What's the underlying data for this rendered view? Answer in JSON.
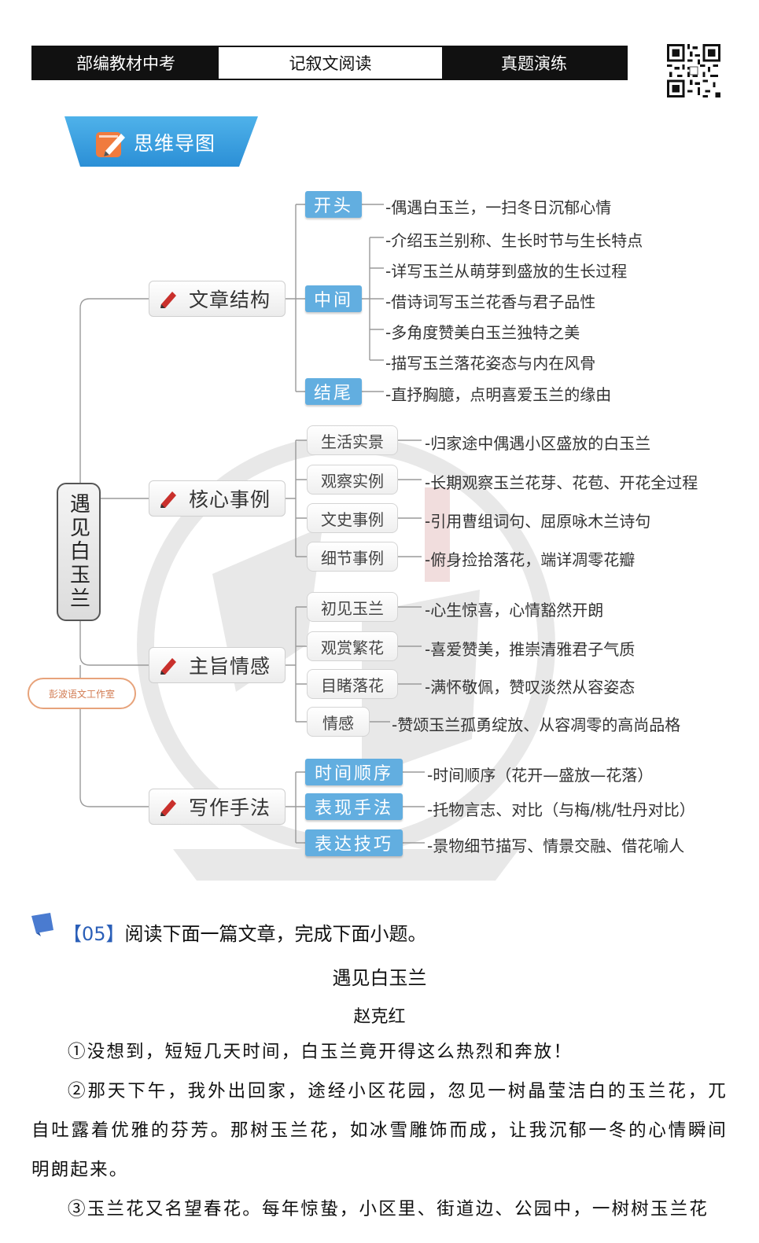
{
  "header": {
    "left": "部编教材中考",
    "middle": "记叙文阅读",
    "right": "真题演练"
  },
  "banner": {
    "title": "思维导图"
  },
  "mindmap": {
    "root": "遇见白玉兰",
    "stamp": "彭波语文工作室",
    "categories": [
      "文章结构",
      "核心事例",
      "主旨情感",
      "写作手法"
    ],
    "structure": {
      "start": {
        "label": "开头",
        "items": [
          "-偶遇白玉兰，一扫冬日沉郁心情"
        ]
      },
      "middle": {
        "label": "中间",
        "items": [
          "-介绍玉兰别称、生长时节与生长特点",
          "-详写玉兰从萌芽到盛放的生长过程",
          "-借诗词写玉兰花香与君子品性",
          "-多角度赞美白玉兰独特之美",
          "-描写玉兰落花姿态与内在风骨"
        ]
      },
      "end": {
        "label": "结尾",
        "items": [
          "-直抒胸臆，点明喜爱玉兰的缘由"
        ]
      }
    },
    "events": [
      {
        "label": "生活实景",
        "text": "-归家途中偶遇小区盛放的白玉兰"
      },
      {
        "label": "观察实例",
        "text": "-长期观察玉兰花芽、花苞、开花全过程"
      },
      {
        "label": "文史事例",
        "text": "-引用曹组词句、屈原咏木兰诗句"
      },
      {
        "label": "细节事例",
        "text": "-俯身捡拾落花，端详凋零花瓣"
      }
    ],
    "emotions": [
      {
        "label": "初见玉兰",
        "text": "-心生惊喜，心情豁然开朗"
      },
      {
        "label": "观赏繁花",
        "text": "-喜爱赞美，推崇清雅君子气质"
      },
      {
        "label": "目睹落花",
        "text": "-满怀敬佩，赞叹淡然从容姿态"
      },
      {
        "label": "情感",
        "text": "-赞颂玉兰孤勇绽放、从容凋零的高尚品格"
      }
    ],
    "techniques": [
      {
        "label": "时间顺序",
        "text": "-时间顺序（花开—盛放—花落）"
      },
      {
        "label": "表现手法",
        "text": "-托物言志、对比（与梅/桃/牡丹对比）"
      },
      {
        "label": "表达技巧",
        "text": "-景物细节描写、情景交融、借花喻人"
      }
    ]
  },
  "question": {
    "number": "【05】",
    "prompt": "阅读下面一篇文章，完成下面小题。"
  },
  "article": {
    "title": "遇见白玉兰",
    "author": "赵克红",
    "paragraphs": [
      "①没想到，短短几天时间，白玉兰竟开得这么热烈和奔放！",
      "②那天下午，我外出回家，途经小区花园，忽见一树晶莹洁白的玉兰花，兀自吐露着优雅的芬芳。那树玉兰花，如冰雪雕饰而成，让我沉郁一冬的心情瞬间明朗起来。",
      "③玉兰花又名望春花。每年惊蛰，小区里、街道边、公园中，一树树玉兰花"
    ]
  },
  "colors": {
    "accent_blue": "#62aee0",
    "banner_blue": "#3aa3e3",
    "pencil_red": "#c9302c"
  }
}
